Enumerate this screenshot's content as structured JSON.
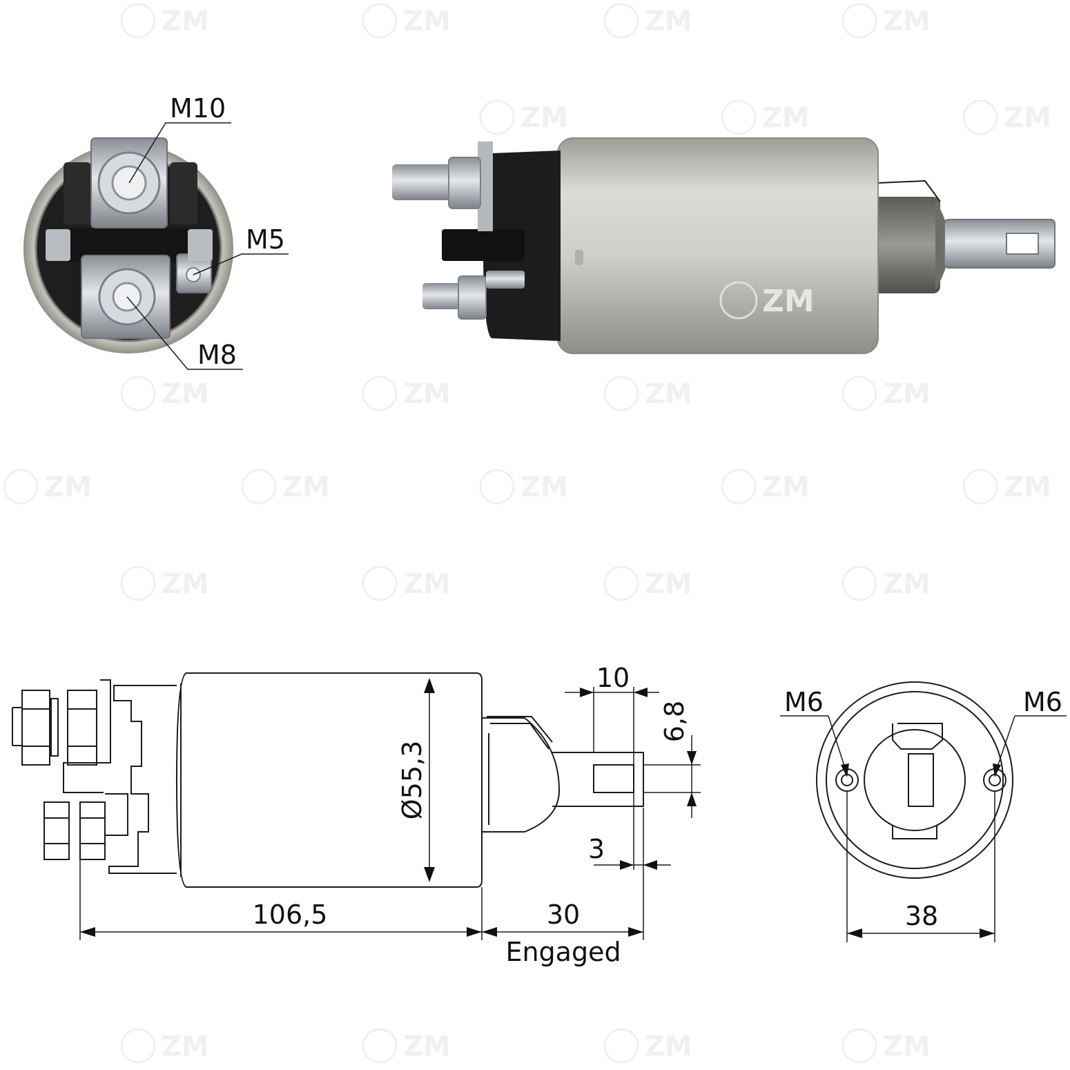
{
  "watermark": {
    "text": "ZM"
  },
  "photo_end_view": {
    "labels": {
      "m10": "M10",
      "m5": "M5",
      "m8": "M8"
    }
  },
  "photo_side_view": {
    "brand_mark": "ZM"
  },
  "drawing_side_view": {
    "diameter": "Ø55,3",
    "length_body": "106,5",
    "stroke": "30",
    "stroke_note": "Engaged",
    "tab_width": "10",
    "tab_hole": "6,8",
    "tab_offset": "3"
  },
  "drawing_end_view": {
    "left_thread": "M6",
    "right_thread": "M6",
    "hole_spacing": "38"
  },
  "colors": {
    "housing_silver": "#c9c9c3",
    "cap_black": "#1c1c1c",
    "metal_zinc": "#b8bcc0",
    "line": "#1a1a1a"
  }
}
